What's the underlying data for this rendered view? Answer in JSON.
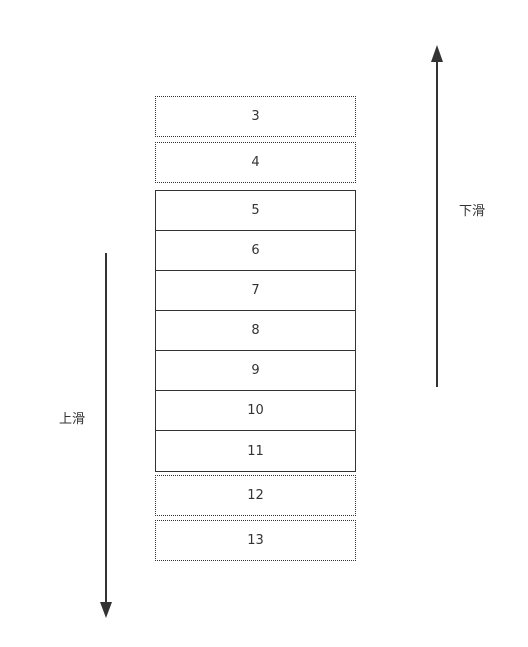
{
  "above_items": [
    "3",
    "4"
  ],
  "visible_items": [
    "5",
    "6",
    "7",
    "8",
    "9",
    "10",
    "11"
  ],
  "below_items": [
    "12",
    "13"
  ],
  "scroll_up_label": "上滑",
  "scroll_down_label": "下滑",
  "colors": {
    "line": "#333333",
    "background": "#ffffff"
  }
}
